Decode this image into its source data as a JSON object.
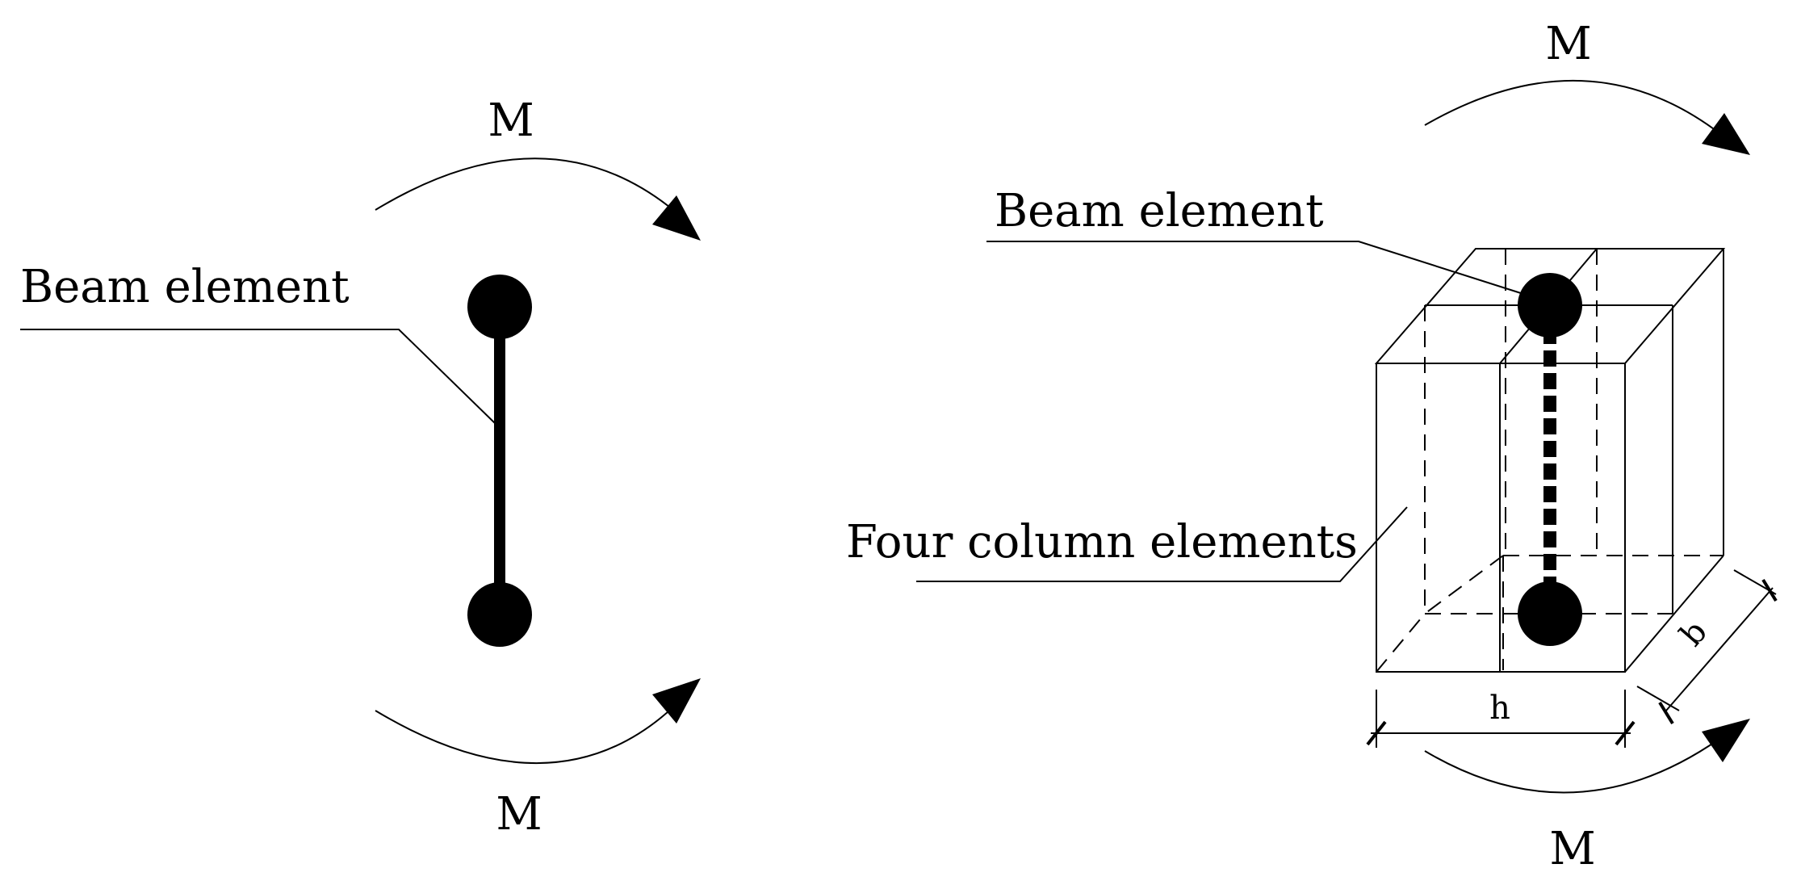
{
  "left_model": {
    "moment_top": "M",
    "moment_bottom": "M",
    "beam_label": "Beam element"
  },
  "right_model": {
    "moment_top": "M",
    "moment_bottom": "M",
    "beam_label": "Beam element",
    "columns_label": "Four column elements",
    "dim_width": "h",
    "dim_depth": "b"
  }
}
